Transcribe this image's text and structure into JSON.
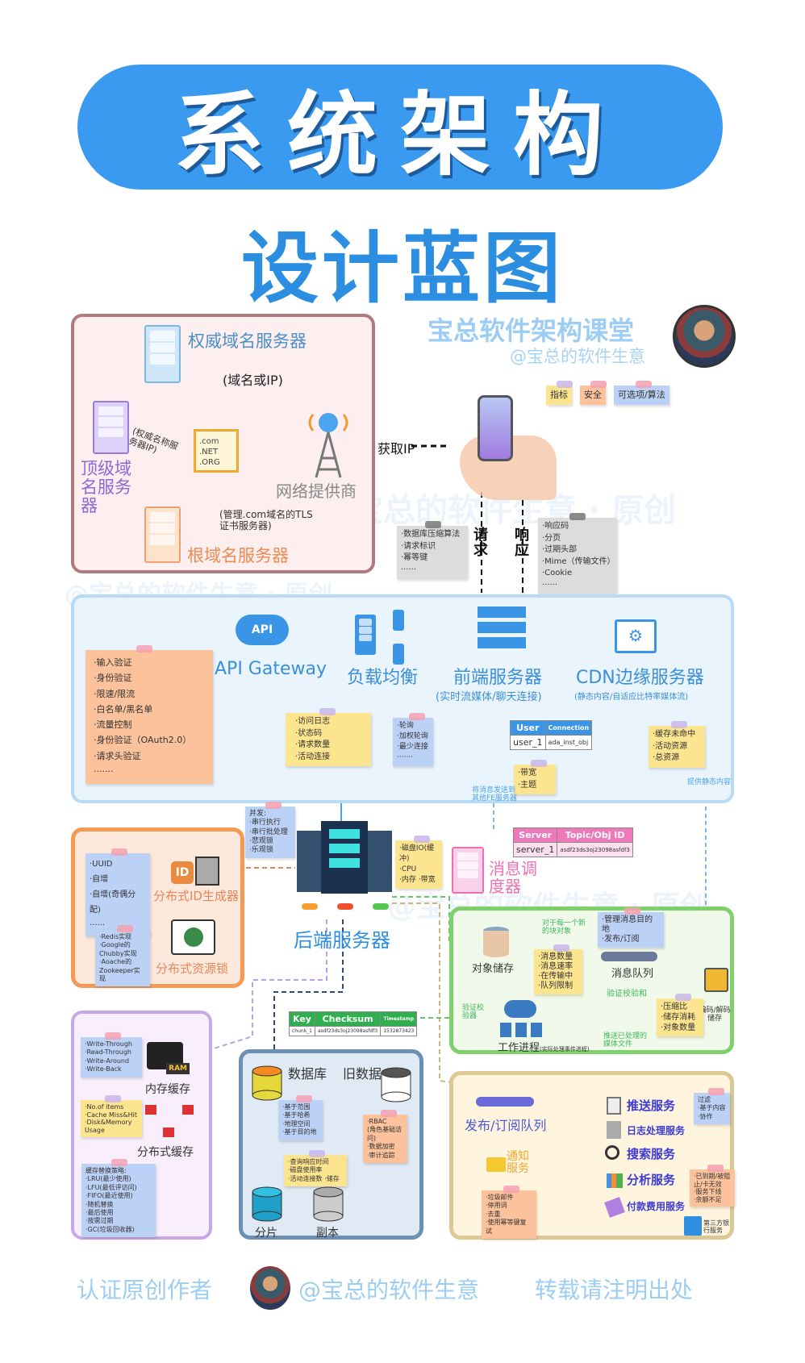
{
  "title": "系统架构",
  "subtitle": "设计蓝图",
  "brand": {
    "name": "宝总软件架构课堂",
    "handle": "@宝总的软件生意"
  },
  "watermark": "@宝总的软件生意 · 原创",
  "legend": [
    "指标",
    "安全",
    "可选项/算法"
  ],
  "dns": {
    "authoritative": "权威域名服务器",
    "domain_or_ip": "(域名或IP)",
    "tld": "顶级域名服务器",
    "tld_note": "(权威名称服务器IP)",
    "root": "根域名服务器",
    "root_note": "(管理.com域名的TLS证书服务器)",
    "isp": "网络提供商",
    "domains": [
      ".com",
      ".NET",
      ".ORG"
    ],
    "get_ip": "获取IP"
  },
  "client": {
    "request": "请求",
    "response": "响应",
    "request_notes": [
      "·数据库压缩算法",
      "·请求标识",
      "·幂等键",
      "······"
    ],
    "response_notes": [
      "·响应码",
      "·分页",
      "·过期头部",
      "·Mime（传输文件）",
      "·Cookie",
      "······"
    ]
  },
  "edge": {
    "gateway_notes": [
      "·输入验证",
      "·身份验证",
      "·限速/限流",
      "·白名单/黑名单",
      "·流量控制",
      "·身份验证（OAuth2.0）",
      "·请求头验证",
      "·······"
    ],
    "api_icon": "API",
    "api_gateway": "API Gateway",
    "lb": "负载均衡",
    "gateway_metrics": [
      "·访问日志",
      "·状态码",
      "·请求数量",
      "·活动连接"
    ],
    "lb_algos": [
      "·轮询",
      "·加权轮询",
      "·最少连接",
      "·······"
    ],
    "frontend": "前端服务器",
    "frontend_sub": "(实时流媒体/聊天连接)",
    "cdn": "CDN边缘服务器",
    "cdn_sub": "(静态内容/自适应比特率媒体流)",
    "user_table": {
      "headers": [
        "User",
        "Connection"
      ],
      "row": [
        "user_1",
        "ada_inst_obj"
      ]
    },
    "fe_metrics": [
      "·带宽",
      "·主题"
    ],
    "cdn_metrics": [
      "·缓存未命中",
      "·活动资源",
      "·总资源"
    ],
    "to_fe": "将消息发送到其他FE服务器",
    "static": "提供静态内容"
  },
  "backend": {
    "label": "后端服务器",
    "concurrency": [
      "并发:",
      "·串行执行",
      "·串行批处理",
      "·悲观锁",
      "·乐观锁"
    ],
    "metrics": [
      "·磁盘IO(缓冲)",
      "·CPU",
      "·内存 ·带宽"
    ]
  },
  "idgen": {
    "notes": [
      "·UUID",
      "·自增",
      "·自增(奇偶分配)",
      "······"
    ],
    "label": "分布式ID生成器",
    "id_icon": "ID",
    "lock_notes": [
      "·Redis实现",
      "·Google的Chubby实现",
      "·Aoache的Zookeeper实现"
    ],
    "lock": "分布式资源锁"
  },
  "dispatcher": {
    "label": "消息调度器",
    "table": {
      "headers": [
        "Server",
        "Topic/Obj ID"
      ],
      "row": [
        "server_1",
        "asdf23ds3oj23098asfdf3"
      ]
    }
  },
  "media": {
    "object_storage": "对象储存",
    "per_chunk": "对于每一个新的块对象",
    "mq_notes": [
      "·管理消息目的地",
      "·发布/订阅"
    ],
    "mq_metrics": [
      "·消息数量",
      "·消息速率",
      "·在传输中",
      "·队列限制"
    ],
    "mq": "消息队列",
    "verify_checksum": "验证校验和",
    "codec": "编码/解码储存",
    "codec_metrics": [
      "·压缩比",
      "·储存消耗",
      "·对象数量"
    ],
    "verifier": "验证校验器",
    "worker": "工作进程",
    "worker_sub": "(实际处理事件进程)",
    "push_media": "推送已处理的媒体文件"
  },
  "chunk_table": {
    "headers": [
      "Key",
      "Checksum",
      "Timestamp"
    ],
    "row": [
      "chunk_1",
      "asdf23ds3oj23098asfdf3",
      "1532873423"
    ]
  },
  "cache": {
    "strategies": [
      "·Write-Through",
      "·Read-Through",
      "·Write-Around",
      "·Write-Back"
    ],
    "ram": "RAM",
    "memory": "内存缓存",
    "metrics": [
      "·No.of items",
      "·Cache Miss&Hit",
      "·Disk&Memory Usage"
    ],
    "distributed": "分布式缓存",
    "eviction": [
      "缓存替换策略:",
      "·LRU(最少使用)",
      "·LFU(最低评访问)",
      "·FIFO(最近使用)",
      "·随机替换",
      "·最后使用",
      "·按需过期",
      "·GC(垃圾回收器)"
    ]
  },
  "db": {
    "db": "数据库",
    "old": "旧数据",
    "sharding_notes": [
      "·基于范围",
      "·基于哈希",
      "·地理空间",
      "·基于目的地"
    ],
    "security": [
      "·RBAC",
      "(角色基础访问)",
      "·数据加密",
      "·审计追踪"
    ],
    "metrics": [
      "·查询响应时间",
      "·磁盘使用率",
      "·活动连接数 ·储存"
    ],
    "shard": "分片",
    "replica": "副本"
  },
  "services": {
    "pubsub": "发布/订阅队列",
    "push": "推送服务",
    "log": "日志处理服务",
    "search": "搜索服务",
    "analytics": "分析服务",
    "payment": "付款费用服务",
    "filter_notes": [
      "过滤",
      "·基于内容",
      "·协作"
    ],
    "notify": "通知服务",
    "notify_notes": [
      "·垃圾邮件",
      "·停用词",
      "·去重",
      "·使用幂等键复试"
    ],
    "payment_notes": [
      "·已到期/被阻止/卡无效",
      "·服务下线",
      "·余额不足"
    ],
    "bank": "第三方银行服务"
  },
  "footer": {
    "left": "认证原创作者",
    "handle": "@宝总的软件生意",
    "right": "转载请注明出处"
  },
  "colors": {
    "title_bg": "#3a9af0",
    "blue_text": "#2f8fe0",
    "dns_border": "#b07a80",
    "edge_border": "#b7dbf7",
    "id_border": "#f59a55",
    "media_border": "#7dd06a",
    "cache_border": "#c8a8e8",
    "db_border": "#6e8fb5",
    "services_border": "#dcc894"
  }
}
